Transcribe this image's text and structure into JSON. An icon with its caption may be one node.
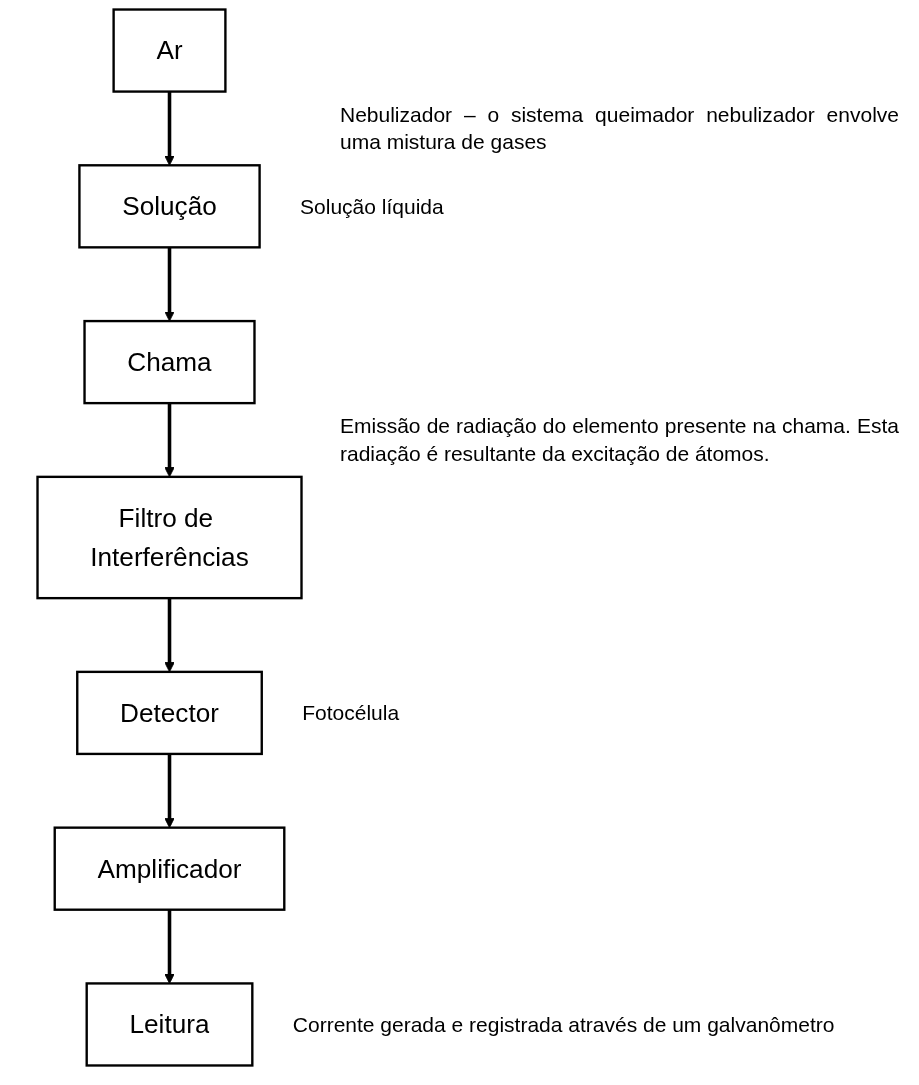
{
  "diagram": {
    "nodes": [
      {
        "text": [
          "Ar"
        ]
      },
      {
        "text": [
          "Solução"
        ],
        "beside": [
          "Solução líquida"
        ]
      },
      {
        "text": [
          "Chama"
        ]
      },
      {
        "text": [
          "Filtro de Interferências"
        ]
      },
      {
        "text": [
          "Detector"
        ],
        "beside": [
          "Fotocélula"
        ]
      },
      {
        "text": [
          "Amplificador"
        ]
      },
      {
        "text": [
          "Leitura"
        ],
        "beside": [
          "Corrente gerada e registrada através de um galvanômetro"
        ]
      }
    ],
    "edges": [
      {
        "from": 0,
        "to": 1,
        "arrow": "to"
      },
      {
        "from": 1,
        "to": 2,
        "arrow": "to"
      },
      {
        "from": 2,
        "to": 3,
        "arrow": "to"
      },
      {
        "from": 3,
        "to": 4,
        "arrow": "to"
      },
      {
        "from": 4,
        "to": 5,
        "arrow": "to"
      },
      {
        "from": 5,
        "to": 6,
        "arrow": "to"
      }
    ],
    "labels": [
      "Nebulizador – o sistema queimador nebulizador envolve uma mistura de gases",
      "Emissão de radiação do elemento presente na chama. Esta radiação é resultante da excitação de átomos."
    ]
  }
}
